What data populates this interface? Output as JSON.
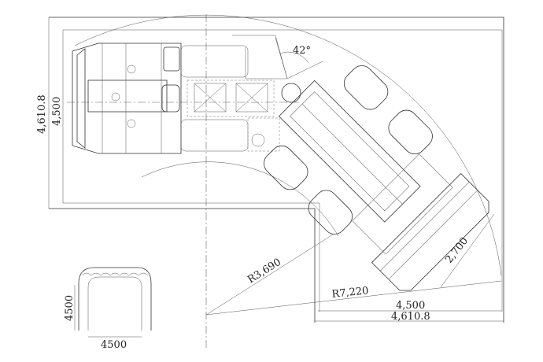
{
  "dimensions": {
    "outer_height": "4,610.8",
    "inner_height": "4,500",
    "articulation_angle": "42°",
    "inner_radius": "R3,690",
    "outer_radius": "R7,220",
    "bottom_inner_width": "4,500",
    "bottom_outer_width": "4,610.8",
    "bucket_width": "2,700"
  },
  "tunnel_section": {
    "height": "4500",
    "width": "4500"
  }
}
